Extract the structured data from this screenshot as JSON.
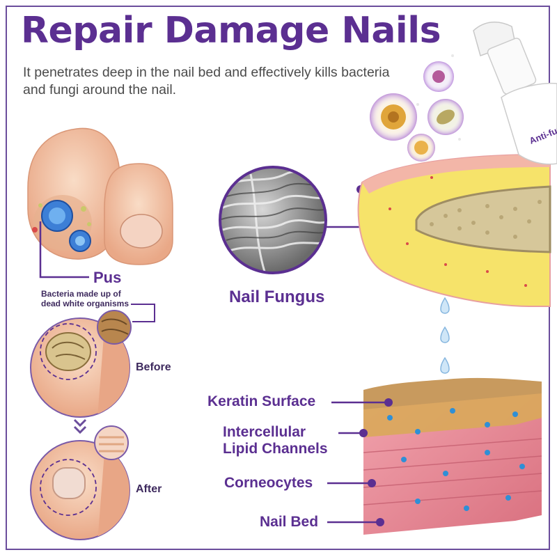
{
  "header": {
    "title": "Repair Damage Nails",
    "subtitle": "It penetrates deep in the nail bed and effectively kills bacteria and fungi around the nail."
  },
  "toe_panel": {
    "pus_label": "Pus",
    "pus_caption_line1": "Bacteria made up of",
    "pus_caption_line2": "dead white organisms"
  },
  "comparison": {
    "before_label": "Before",
    "after_label": "After"
  },
  "fungus": {
    "label": "Nail Fungus"
  },
  "bottle": {
    "label": "Anti-fun"
  },
  "layers": {
    "keratin": "Keratin Surface",
    "lipid_line1": "Intercellular",
    "lipid_line2": "Lipid Channels",
    "corneocytes": "Corneocytes",
    "nail_bed": "Nail Bed"
  },
  "colors": {
    "accent": "#5b2f91",
    "skin": "#f2c4a6",
    "tissue": "#e88a98",
    "nail_yellow": "#f6e36a"
  }
}
